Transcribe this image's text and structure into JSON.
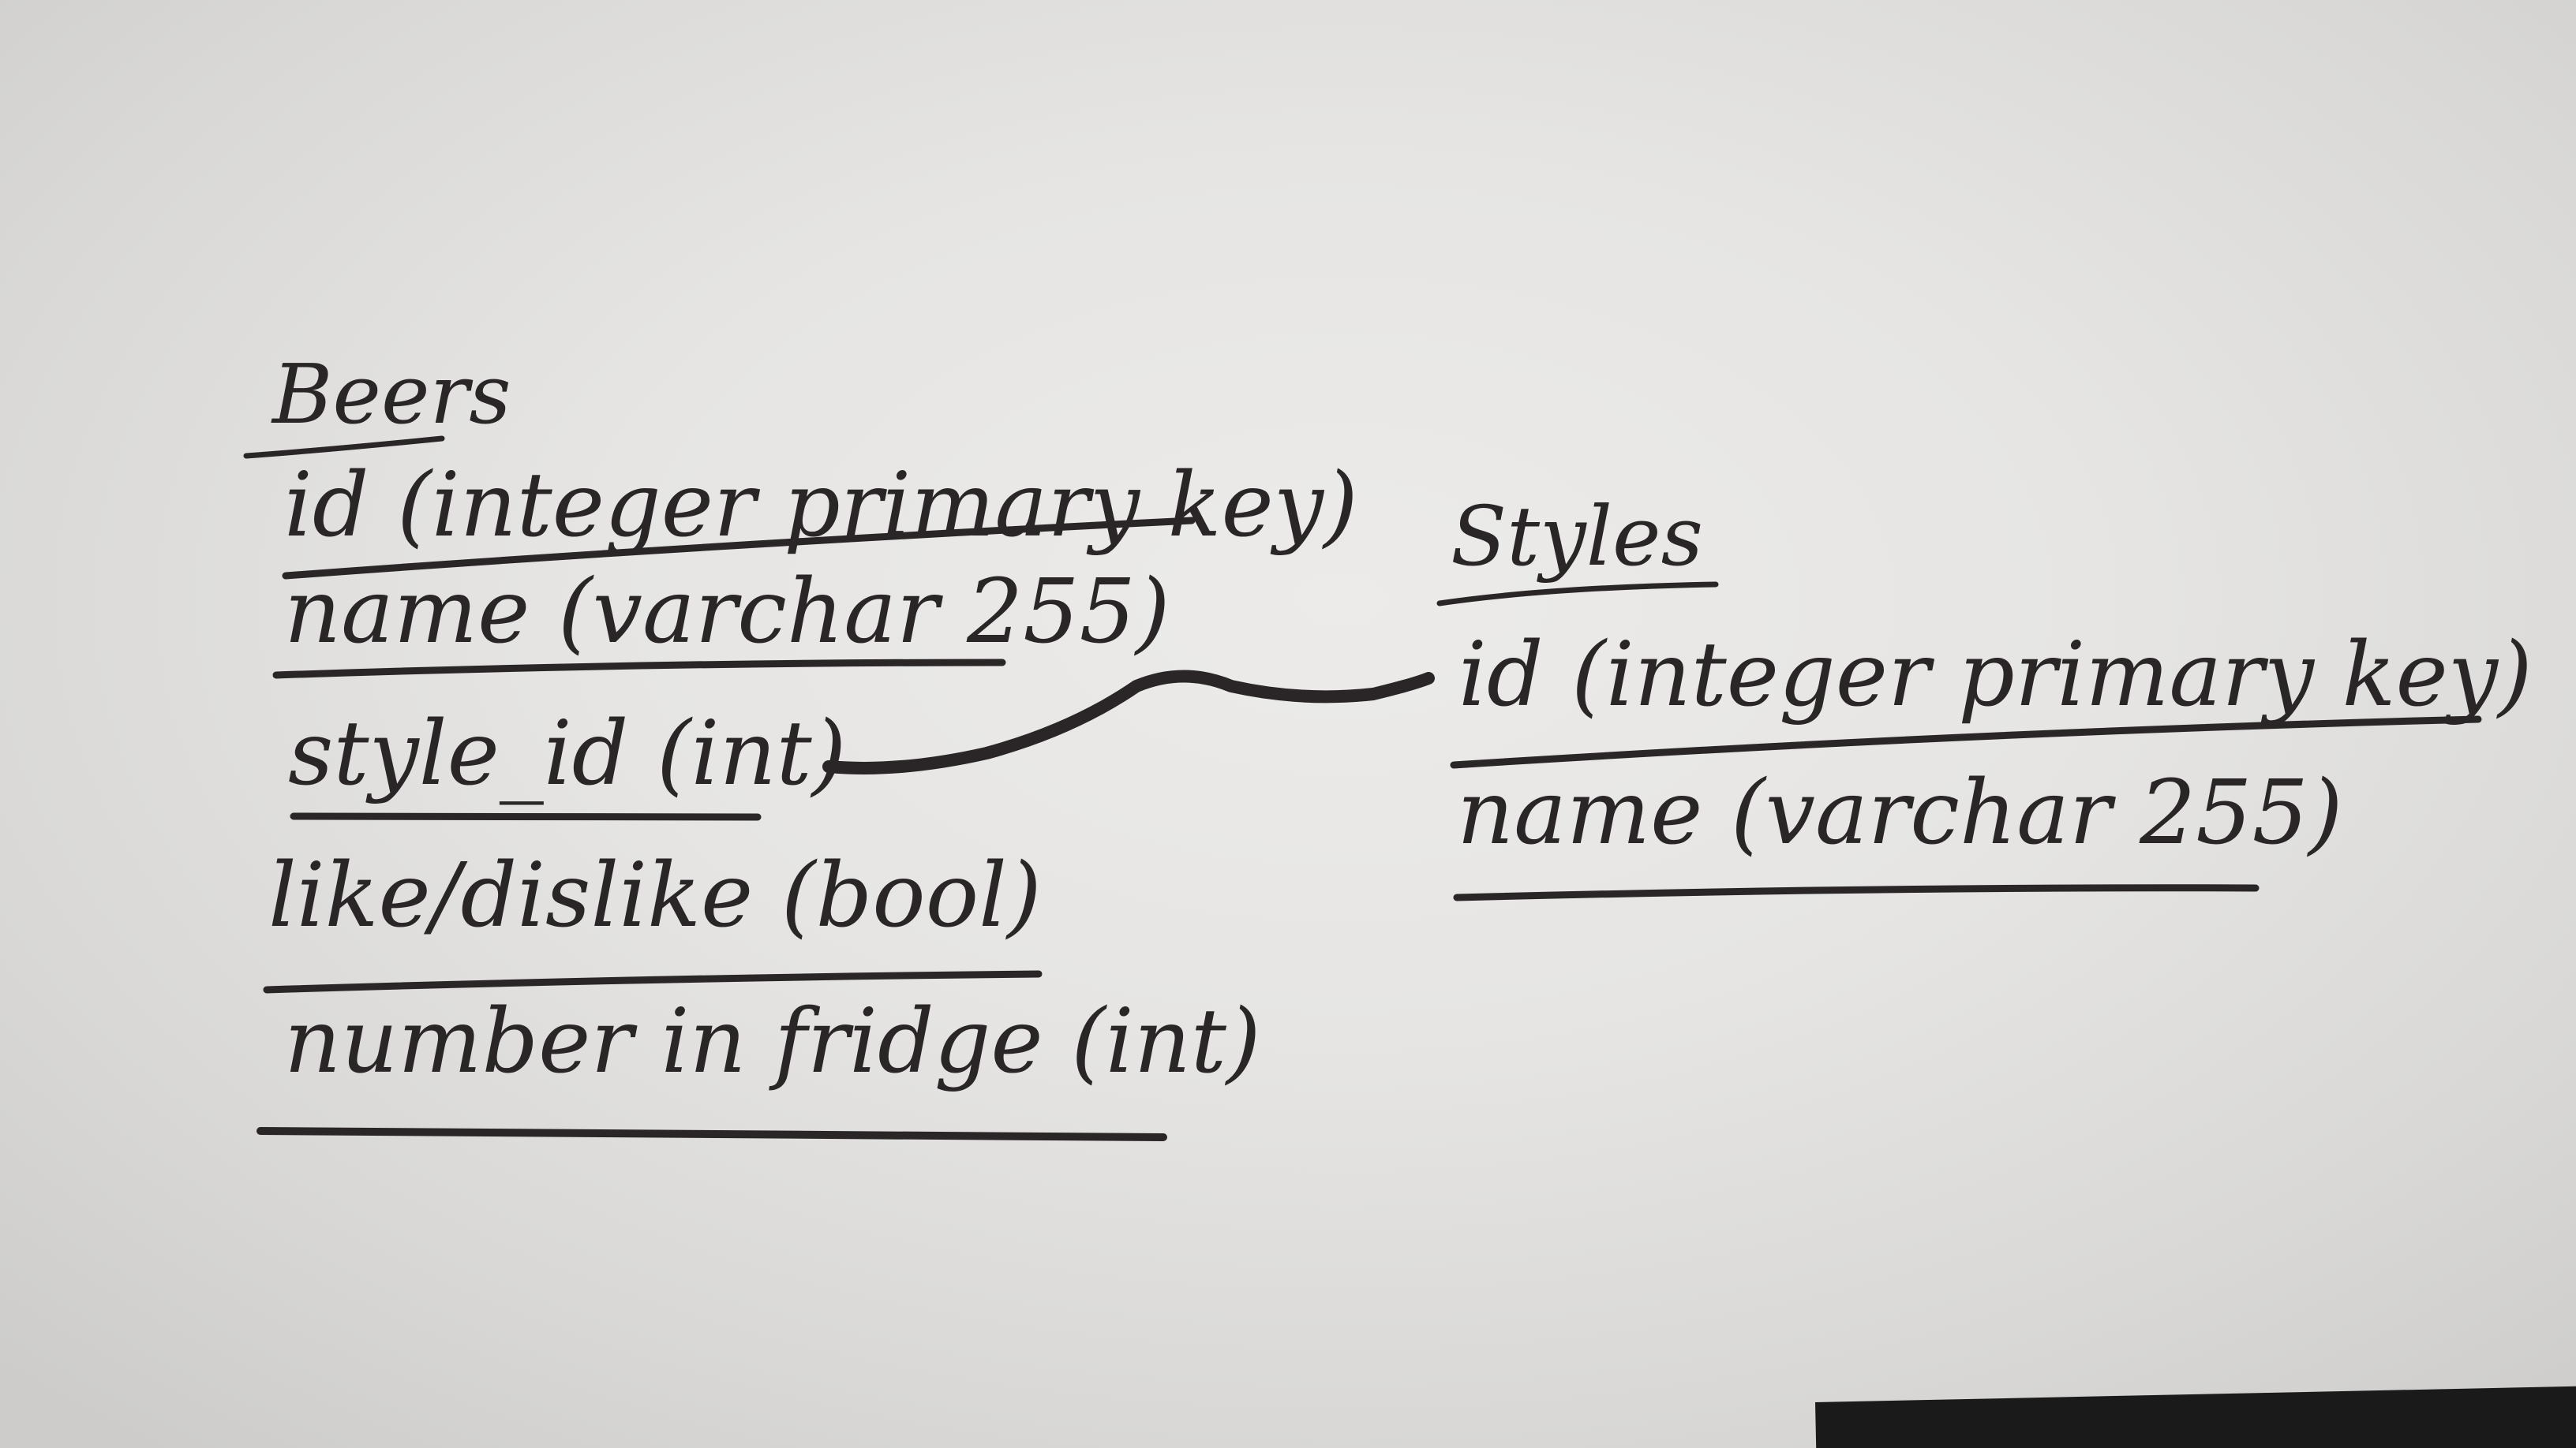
{
  "tables": [
    {
      "title": "Beers",
      "fields": [
        "id (integer primary key)",
        "name (varchar 255)",
        "style_id (int)",
        "like/dislike (bool)",
        "number in fridge (int)"
      ]
    },
    {
      "title": "Styles",
      "fields": [
        "id (integer primary key)",
        "name (varchar 255)"
      ]
    }
  ],
  "relationship": {
    "from": "Beers.style_id",
    "to": "Styles.id"
  },
  "colors": {
    "paper": "#e8e7e5",
    "ink": "#2a2627"
  }
}
